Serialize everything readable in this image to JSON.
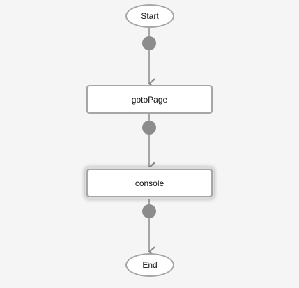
{
  "flow": {
    "start_label": "Start",
    "nodes": [
      {
        "label": "gotoPage",
        "selected": false
      },
      {
        "label": "console",
        "selected": true
      }
    ],
    "end_label": "End"
  },
  "colors": {
    "background": "#f5f5f5",
    "node_border": "#a6a6a6",
    "connector_dot": "#8c8c8c",
    "connector_line": "#8c8c8c"
  }
}
